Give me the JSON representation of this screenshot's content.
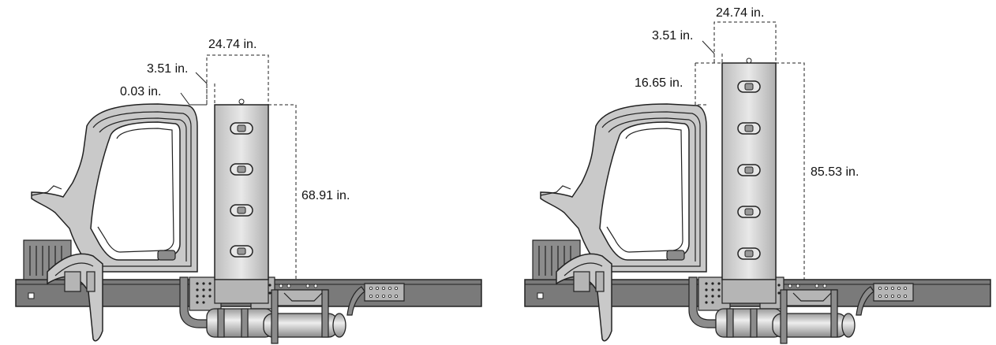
{
  "left_view": {
    "dimensions": {
      "width": "24.74 in.",
      "gap": "3.51 in.",
      "height_offset": "0.03 in.",
      "height": "68.91 in."
    },
    "slot_count": 4
  },
  "right_view": {
    "dimensions": {
      "width": "24.74 in.",
      "gap": "3.51 in.",
      "height_offset": "16.65 in.",
      "height": "85.53 in."
    },
    "slot_count": 5
  }
}
